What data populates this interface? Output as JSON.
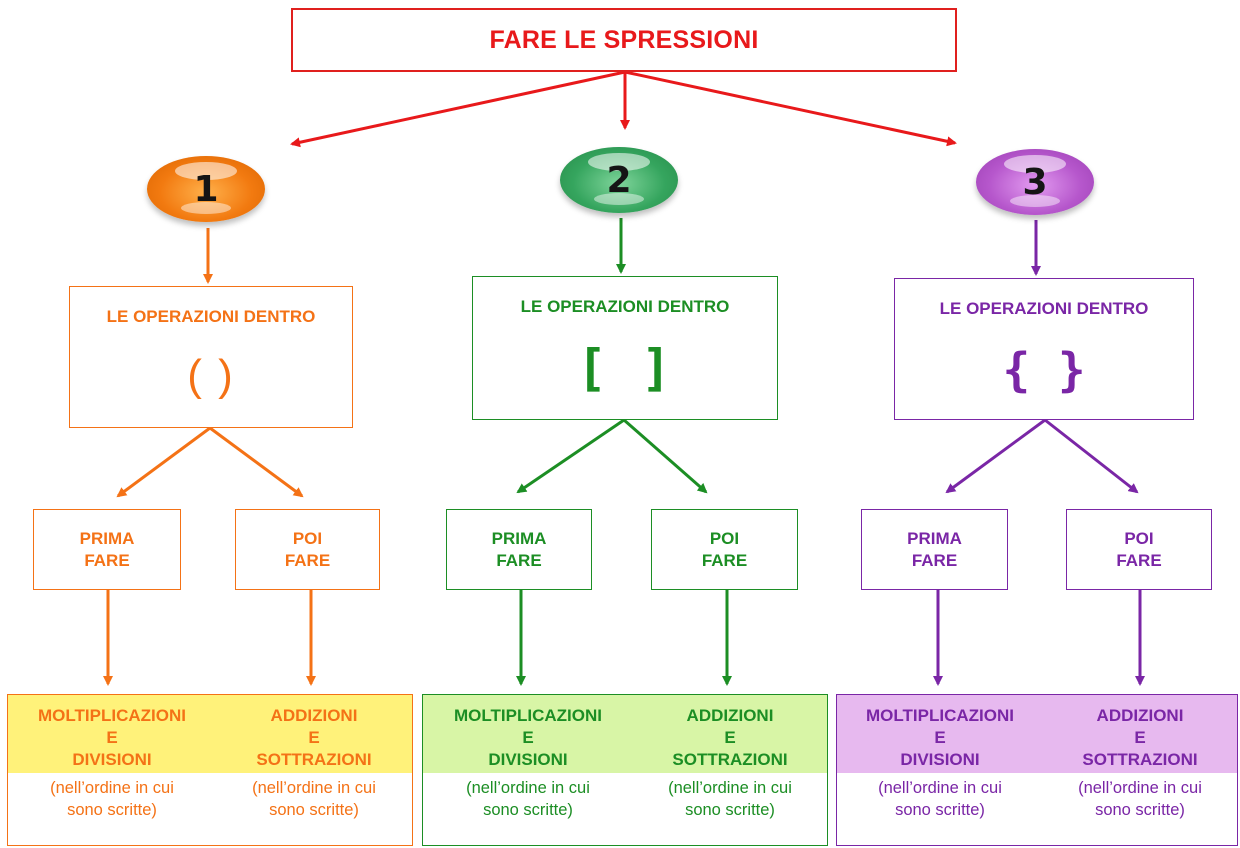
{
  "title": "FARE LE SPRESSIONI",
  "colors": {
    "title": "#e8191b",
    "branch_1": "#f47216",
    "branch_2": "#1c8e24",
    "branch_3": "#7a26a6",
    "fill_1": "#fff27a",
    "fill_2": "#d8f5a6",
    "fill_3": "#e7b9ef"
  },
  "branches": [
    {
      "number": "1",
      "label": "LE OPERAZIONI DENTRO",
      "symbol": "(   )",
      "first": "PRIMA\nFARE",
      "then": "POI\nFARE",
      "first_result": "MOLTIPLICAZIONI\nE\nDIVISIONI",
      "then_result": "ADDIZIONI\nE\nSOTTRAZIONI",
      "note": "(nell’ordine in cui\nsono scritte)"
    },
    {
      "number": "2",
      "label": "LE OPERAZIONI DENTRO",
      "symbol": "[   ]",
      "first": "PRIMA\nFARE",
      "then": "POI\nFARE",
      "first_result": "MOLTIPLICAZIONI\nE\nDIVISIONI",
      "then_result": "ADDIZIONI\nE\nSOTTRAZIONI",
      "note": "(nell’ordine in cui\nsono scritte)"
    },
    {
      "number": "3",
      "label": "LE OPERAZIONI DENTRO",
      "symbol": "{   }",
      "first": "PRIMA\nFARE",
      "then": "POI\nFARE",
      "first_result": "MOLTIPLICAZIONI\nE\nDIVISIONI",
      "then_result": "ADDIZIONI\nE\nSOTTRAZIONI",
      "note": "(nell’ordine in cui\nsono scritte)"
    }
  ]
}
